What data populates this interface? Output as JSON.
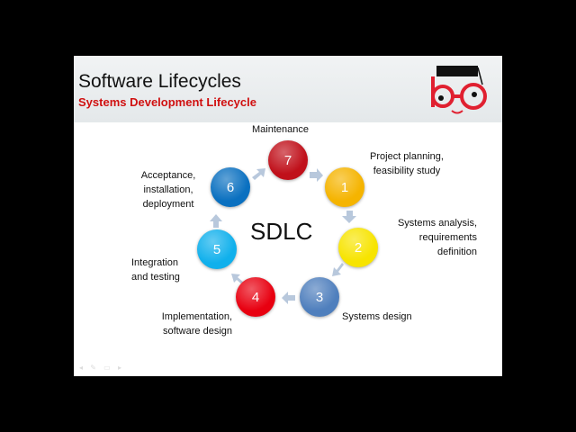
{
  "slide": {
    "title": "Software Lifecycles",
    "subtitle": "Systems Development Lifecycle",
    "center_label": "SDLC"
  },
  "colors": {
    "accent": "#d01010",
    "arrow": "#b8c8dc"
  },
  "steps": [
    {
      "number": "1",
      "label": "Project planning, feasibility study",
      "color": "#f5b400"
    },
    {
      "number": "2",
      "label": "Systems analysis, requirements definition",
      "color": "#f7e400"
    },
    {
      "number": "3",
      "label": "Systems design",
      "color": "#4f7fbd"
    },
    {
      "number": "4",
      "label": "Implementation, software design",
      "color": "#e80010"
    },
    {
      "number": "5",
      "label": "Integration and testing",
      "color": "#10b0ec"
    },
    {
      "number": "6",
      "label": "Acceptance, installation, deployment",
      "color": "#0a70c0"
    },
    {
      "number": "7",
      "label": "Maintenance",
      "color": "#c0101a"
    }
  ]
}
